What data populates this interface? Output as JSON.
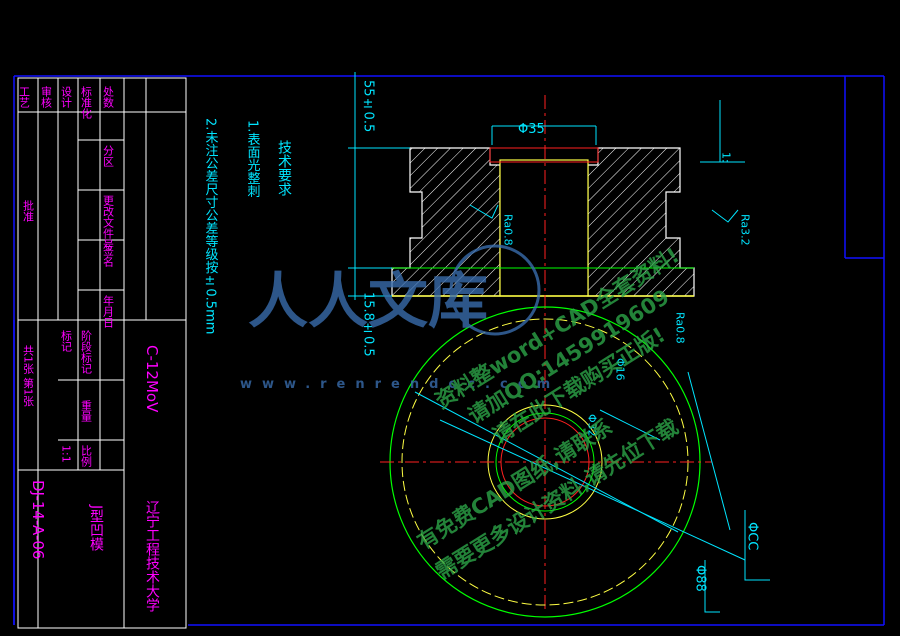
{
  "title_block": {
    "cells": [
      "工艺",
      "审核",
      "设计",
      "标准化",
      "处数",
      "分区",
      "更改文件号",
      "签名",
      "年月日",
      "标记",
      "阶段标记",
      "重量",
      "比例",
      "共1张 第1张"
    ],
    "material": "C-12MoV",
    "school": "辽宁工程技术大学",
    "part_name": "J型凹模",
    "drawing_no": "DJ-14-A-06",
    "scale": "1:1",
    "approve_label": "批准"
  },
  "tech_req": {
    "title": "技术要求",
    "items": [
      "1.表面光整刺",
      "2.未注公差尺寸公差等级按±0.5mm"
    ]
  },
  "dimensions": {
    "d_top": "Φ35",
    "h_top": "55±0.5",
    "h_bottom": "15.8±0.5",
    "ra_left": "Ra0.8",
    "ra_right": "Ra3.2",
    "ra_mid": "Ra0.8",
    "d_inner": "Φ32",
    "d_small": "Φ16",
    "d_cc": "ΦCC",
    "d_88": "Φ88",
    "top_right_mark": "1:"
  },
  "watermark": {
    "site": "www.renrendoc.com",
    "lines": [
      "人人文库",
      "资料整word+CAD全套资料!",
      "请加QQ:1459919609",
      "请在此下载购买正版!",
      "有免费CAD图纸,请联系",
      "需要更多设计资料,请先位下载"
    ]
  },
  "colors": {
    "frame": "#0000ff",
    "table": "#ffffff",
    "table_text": "#ff00ff",
    "cyan": "#00e5ff",
    "outline": "#ffffff",
    "hatch": "#ffffff",
    "yellow": "#ffff44",
    "green": "#00ff00",
    "center": "#ff2020",
    "watermark_green": "#2ea84a",
    "watermark_blue": "#3a6fb0"
  }
}
